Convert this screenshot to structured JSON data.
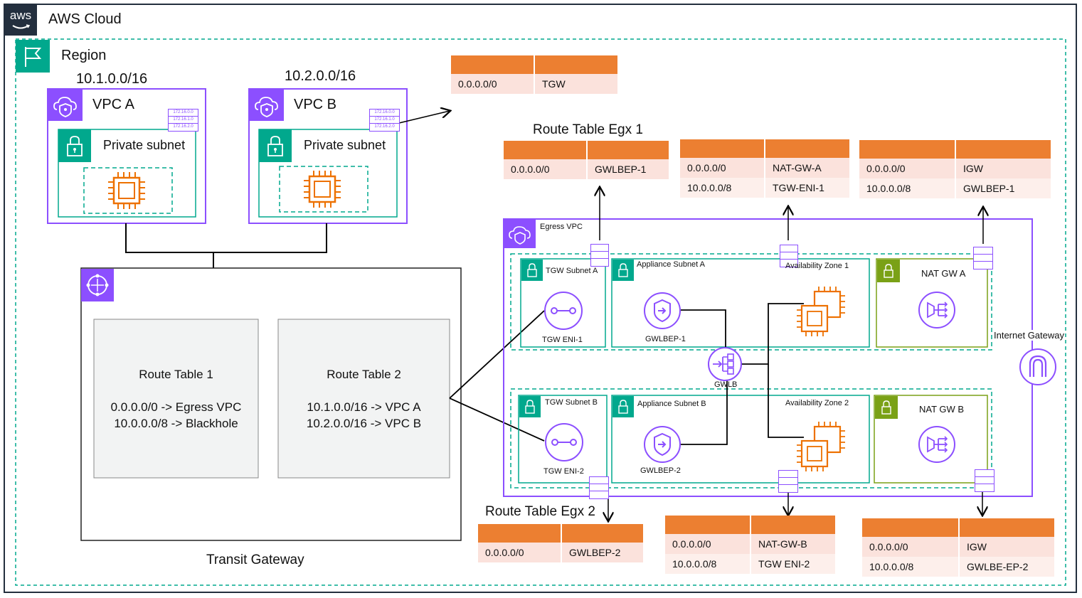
{
  "cloud": {
    "label": "AWS Cloud",
    "logo_text": "aws"
  },
  "region": {
    "label": "Region"
  },
  "vpc_a": {
    "cidr": "10.1.0.0/16",
    "label": "VPC A",
    "subnet": "Private subnet",
    "cidrs": [
      "172.16.0.0",
      "172.16.1.0",
      "172.16.2.0"
    ]
  },
  "vpc_b": {
    "cidr": "10.2.0.0/16",
    "label": "VPC B",
    "subnet": "Private subnet",
    "cidrs": [
      "172.16.0.0",
      "172.16.1.0",
      "172.16.2.0"
    ]
  },
  "transit_gateway": {
    "label": "Transit Gateway",
    "rt1": {
      "title": "Route Table 1",
      "routes": [
        "0.0.0.0/0 -> Egress VPC",
        "10.0.0.0/8 -> Blackhole"
      ]
    },
    "rt2": {
      "title": "Route Table 2",
      "routes": [
        "10.1.0.0/16 -> VPC A",
        "10.2.0.0/16 -> VPC B"
      ]
    }
  },
  "rt_vpc": {
    "rows": [
      [
        "0.0.0.0/0",
        "TGW"
      ]
    ]
  },
  "rt_egx1": {
    "title": "Route Table Egx 1",
    "rows": [
      [
        "0.0.0.0/0",
        "GWLBEP-1"
      ]
    ]
  },
  "rt_egx2": {
    "title": "Route Table Egx 2",
    "rows": [
      [
        "0.0.0.0/0",
        "GWLBEP-2"
      ]
    ]
  },
  "rt_natA": {
    "rows": [
      [
        "0.0.0.0/0",
        "NAT-GW-A"
      ],
      [
        "10.0.0.0/8",
        "TGW-ENI-1"
      ]
    ]
  },
  "rt_natB": {
    "rows": [
      [
        "0.0.0.0/0",
        "NAT-GW-B"
      ],
      [
        "10.0.0.0/8",
        "TGW ENI-2"
      ]
    ]
  },
  "rt_igwA": {
    "rows": [
      [
        "0.0.0.0/0",
        "IGW"
      ],
      [
        "10.0.0.0/8",
        "GWLBEP-1"
      ]
    ]
  },
  "rt_igwB": {
    "rows": [
      [
        "0.0.0.0/0",
        "IGW"
      ],
      [
        "10.0.0.0/8",
        "GWLBE-EP-2"
      ]
    ]
  },
  "egress": {
    "label": "Egress VPC",
    "az1": "Availability Zone 1",
    "az2": "Availability Zone 2",
    "tgw_subnet_a": "TGW Subnet A",
    "tgw_subnet_b": "TGW Subnet B",
    "app_subnet_a": "Appliance Subnet A",
    "app_subnet_b": "Appliance Subnet B",
    "tgw_eni_1": "TGW ENI-1",
    "tgw_eni_2": "TGW ENI-2",
    "gwlbep_1": "GWLBEP-1",
    "gwlbep_2": "GWLBEP-2",
    "gwlb": "GWLB",
    "nat_a": "NAT GW A",
    "nat_b": "NAT GW B",
    "igw": "Internet Gateway"
  },
  "colors": {
    "orange": "#ec7f31",
    "purple": "#8c4fff",
    "teal": "#01a88d",
    "green": "#7aa116",
    "peach": "#fbe2dc"
  }
}
